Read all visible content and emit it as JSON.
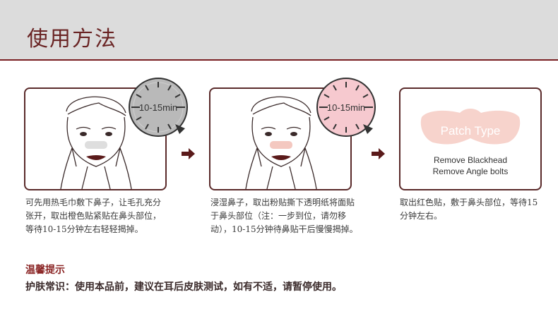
{
  "header": {
    "title": "使用方法"
  },
  "steps": [
    {
      "timer": "10-15min",
      "patch_color": "#dedede",
      "text": "可先用热毛巾敷下鼻子，让毛孔充分张开，取出橙色贴紧贴在鼻头部位，等待10-15分钟左右轻轻揭掉。"
    },
    {
      "timer": "10-15min",
      "patch_color": "#f4c8c0",
      "text": "浸湿鼻子，取出粉贴撕下透明纸将面贴于鼻头部位（注：一步到位，请勿移动），10-15分钟待鼻贴干后慢慢揭掉。"
    },
    {
      "patch_label": "Patch Type",
      "remove_line1": "Remove Blackhead",
      "remove_line2": "Remove Angle bolts",
      "text": "取出红色贴，敷于鼻头部位，等待15分钟左右。"
    }
  ],
  "tip": {
    "title": "温馨提示",
    "text": "护肤常识：使用本品前，建议在耳后皮肤测试，如有不适，请暂停使用。"
  },
  "colors": {
    "accent": "#7a1f22",
    "header_bg": "#dcdcdc",
    "clock1": "#b9b9b9",
    "clock2": "#f6c9cf",
    "patch3": "#f7d3cc"
  }
}
